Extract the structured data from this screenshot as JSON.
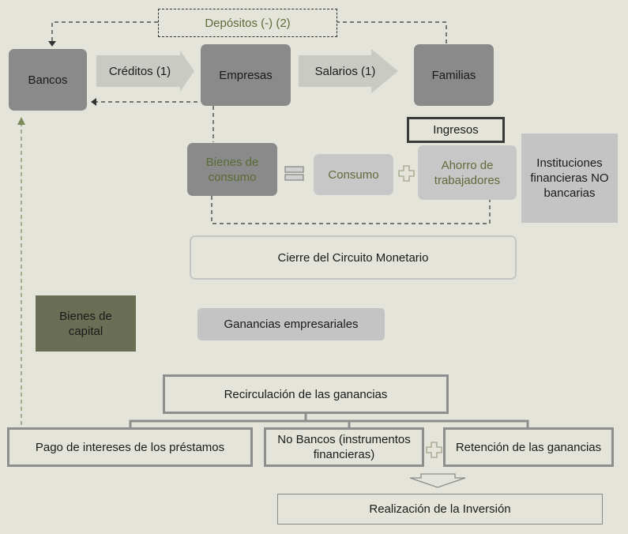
{
  "labels": {
    "depositos": "Depósitos (-) (2)",
    "bancos": "Bancos",
    "creditos": "Créditos (1)",
    "empresas": "Empresas",
    "salarios": "Salarios (1)",
    "familias": "Familias",
    "ingresos": "Ingresos",
    "bienes_consumo": "Bienes de consumo",
    "consumo": "Consumo",
    "ahorro": "Ahorro de trabajadores",
    "instituciones": "Instituciones financieras NO bancarias",
    "cierre": "Cierre del Circuito Monetario",
    "bienes_capital": "Bienes de capital",
    "ganancias": "Ganancias empresariales",
    "recirculacion": "Recirculación de las ganancias",
    "pago_intereses": "Pago de intereses de los préstamos",
    "no_bancos": "No Bancos (instrumentos financieras)",
    "retencion": "Retención de las ganancias",
    "realizacion": "Realización de la Inversión"
  },
  "colors": {
    "background": "#e4e4db",
    "dark_box": "#8a8a8a",
    "light_box": "#c7c7c7",
    "olive_box": "#6a6e55",
    "olive_text": "#5e6b3a",
    "arrow_fill": "#c9cac4"
  }
}
